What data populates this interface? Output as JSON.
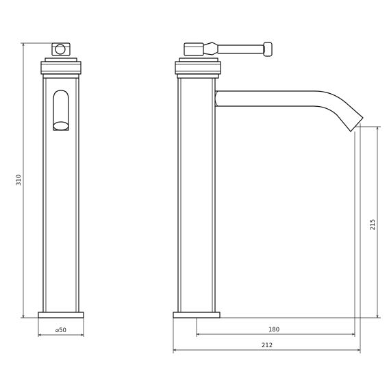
{
  "dimensions": {
    "height_total": "310",
    "spout_height": "215",
    "spout_reach": "180",
    "overall_length": "212",
    "base_diameter": "⌀50"
  },
  "colors": {
    "line": "#111111",
    "background": "#ffffff"
  }
}
